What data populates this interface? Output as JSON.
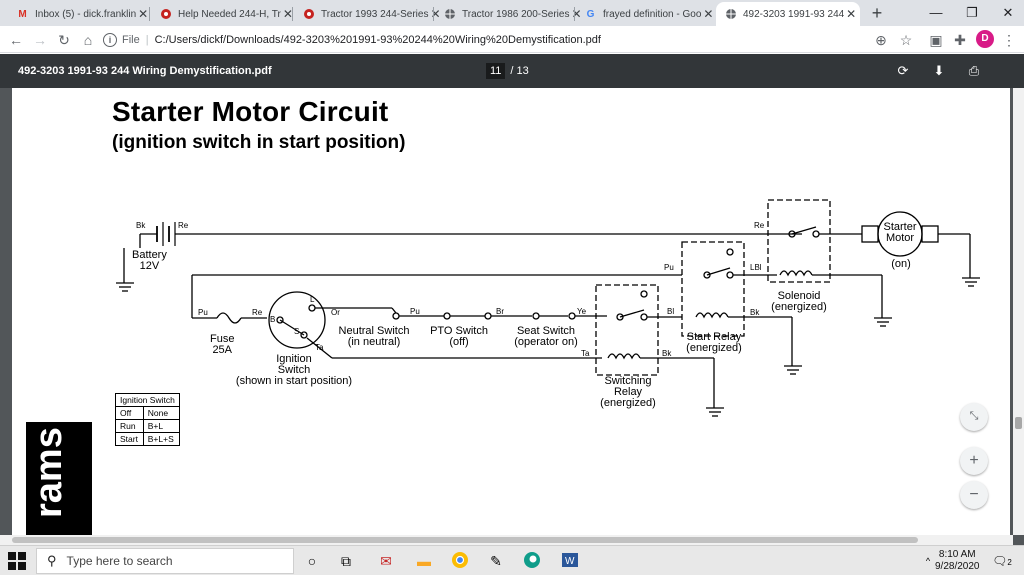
{
  "tabs": [
    {
      "title": "Inbox (5) - dick.franklin",
      "icon": "gmail-icon",
      "color": "#d93025"
    },
    {
      "title": "Help Needed 244-H, Tr",
      "icon": "forum-icon",
      "color": "#c5221f"
    },
    {
      "title": "Tractor 1993 244-Series",
      "icon": "forum-icon",
      "color": "#c5221f"
    },
    {
      "title": "Tractor 1986 200-Series",
      "icon": "globe-icon",
      "color": "#5f6368"
    },
    {
      "title": "frayed definition - Goo",
      "icon": "google-icon",
      "color": "#4285f4"
    },
    {
      "title": "492-3203 1991-93 244",
      "icon": "globe-icon",
      "color": "#5f6368"
    }
  ],
  "address": {
    "scheme": "File",
    "url": "C:/Users/dickf/Downloads/492-3203%201991-93%20244%20Wiring%20Demystification.pdf"
  },
  "profile_initial": "D",
  "pdf": {
    "title": "492-3203 1991-93 244 Wiring Demystification.pdf",
    "page_current": "11",
    "page_total": "/ 13"
  },
  "diagram": {
    "title": "Starter Motor Circuit",
    "subtitle": "(ignition switch in start position)",
    "battery": "Battery\n12V",
    "fuse": "Fuse\n25A",
    "ignition": "Ignition\nSwitch\n(shown in start position)",
    "neutral": "Neutral Switch\n(in neutral)",
    "pto": "PTO Switch\n(off)",
    "seat": "Seat Switch\n(operator on)",
    "switching_relay": "Switching\nRelay\n(energized)",
    "start_relay": "Start Relay\n(energized)",
    "solenoid": "Solenoid\n(energized)",
    "starter_motor": "Starter\nMotor",
    "starter_state": "(on)",
    "wires": {
      "bk": "Bk",
      "re": "Re",
      "pu": "Pu",
      "or": "Or",
      "br": "Br",
      "ye": "Ye",
      "ta": "Ta",
      "bl": "Bl",
      "lbl": "LBl",
      "b": "B",
      "s": "S",
      "l": "L"
    }
  },
  "ignition_table": {
    "header": "Ignition Switch",
    "rows": [
      {
        "pos": "Off",
        "conn": "None"
      },
      {
        "pos": "Run",
        "conn": "B+L"
      },
      {
        "pos": "Start",
        "conn": "B+L+S"
      }
    ]
  },
  "side_tab": "rams",
  "taskbar": {
    "search_placeholder": "Type here to search",
    "time": "8:10 AM",
    "date": "9/28/2020",
    "notif_count": "2"
  }
}
